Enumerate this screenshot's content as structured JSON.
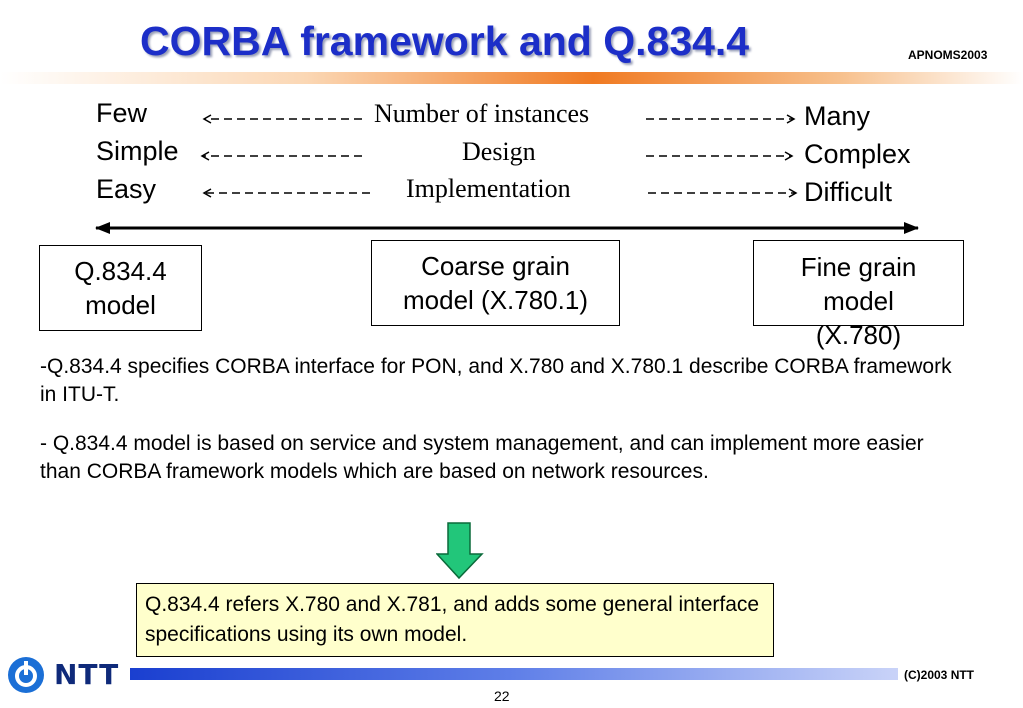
{
  "header": {
    "title": "CORBA framework and Q.834.4",
    "conference": "APNOMS2003"
  },
  "scale": {
    "rows": [
      {
        "left": "Few",
        "middle": "Number of instances",
        "right": "Many"
      },
      {
        "left": "Simple",
        "middle": "Design",
        "right": "Complex"
      },
      {
        "left": "Easy",
        "middle": "Implementation",
        "right": "Difficult"
      }
    ]
  },
  "models": {
    "q834": {
      "line1": "Q.834.4",
      "line2": "model"
    },
    "coarse": {
      "line1": "Coarse grain",
      "line2": "model (X.780.1)"
    },
    "fine": {
      "line1": "Fine grain",
      "line2": "model",
      "line3": "(X.780)"
    }
  },
  "body": {
    "para1": "-Q.834.4 specifies CORBA interface for PON, and X.780 and X.780.1 describe CORBA framework in ITU-T.",
    "para2": "- Q.834.4 model is based on service and system management, and can implement more easier than CORBA framework models which are based on network resources."
  },
  "note": {
    "text": "Q.834.4 refers X.780 and X.781, and adds some general interface specifications using its own model."
  },
  "footer": {
    "logo": "NTT",
    "copyright": "(C)2003 NTT",
    "page": "22"
  },
  "colors": {
    "title": "#1c2ec8",
    "arrow_fill": "#22c67a",
    "note_bg": "#ffffcc"
  }
}
